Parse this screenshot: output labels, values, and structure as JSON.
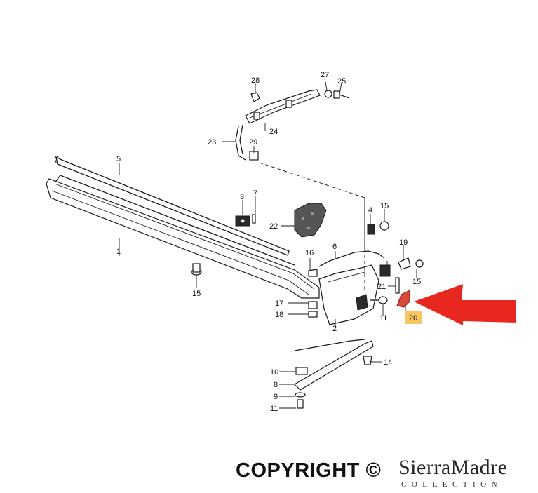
{
  "diagram": {
    "callouts": [
      "28",
      "27",
      "25",
      "24",
      "23",
      "29",
      "5",
      "3",
      "7",
      "22",
      "4",
      "15",
      "1",
      "16",
      "6",
      "19",
      "15",
      "15",
      "17",
      "18",
      "21",
      "2",
      "11",
      "20",
      "10",
      "8",
      "9",
      "11",
      "14"
    ],
    "highlighted_part": "20",
    "highlight_color": "#f7c562",
    "arrow_color": "#e8271f"
  },
  "watermark": {
    "copyright": "COPYRIGHT ©",
    "brand": "SierraMadre",
    "brand_sub": "COLLECTION"
  }
}
